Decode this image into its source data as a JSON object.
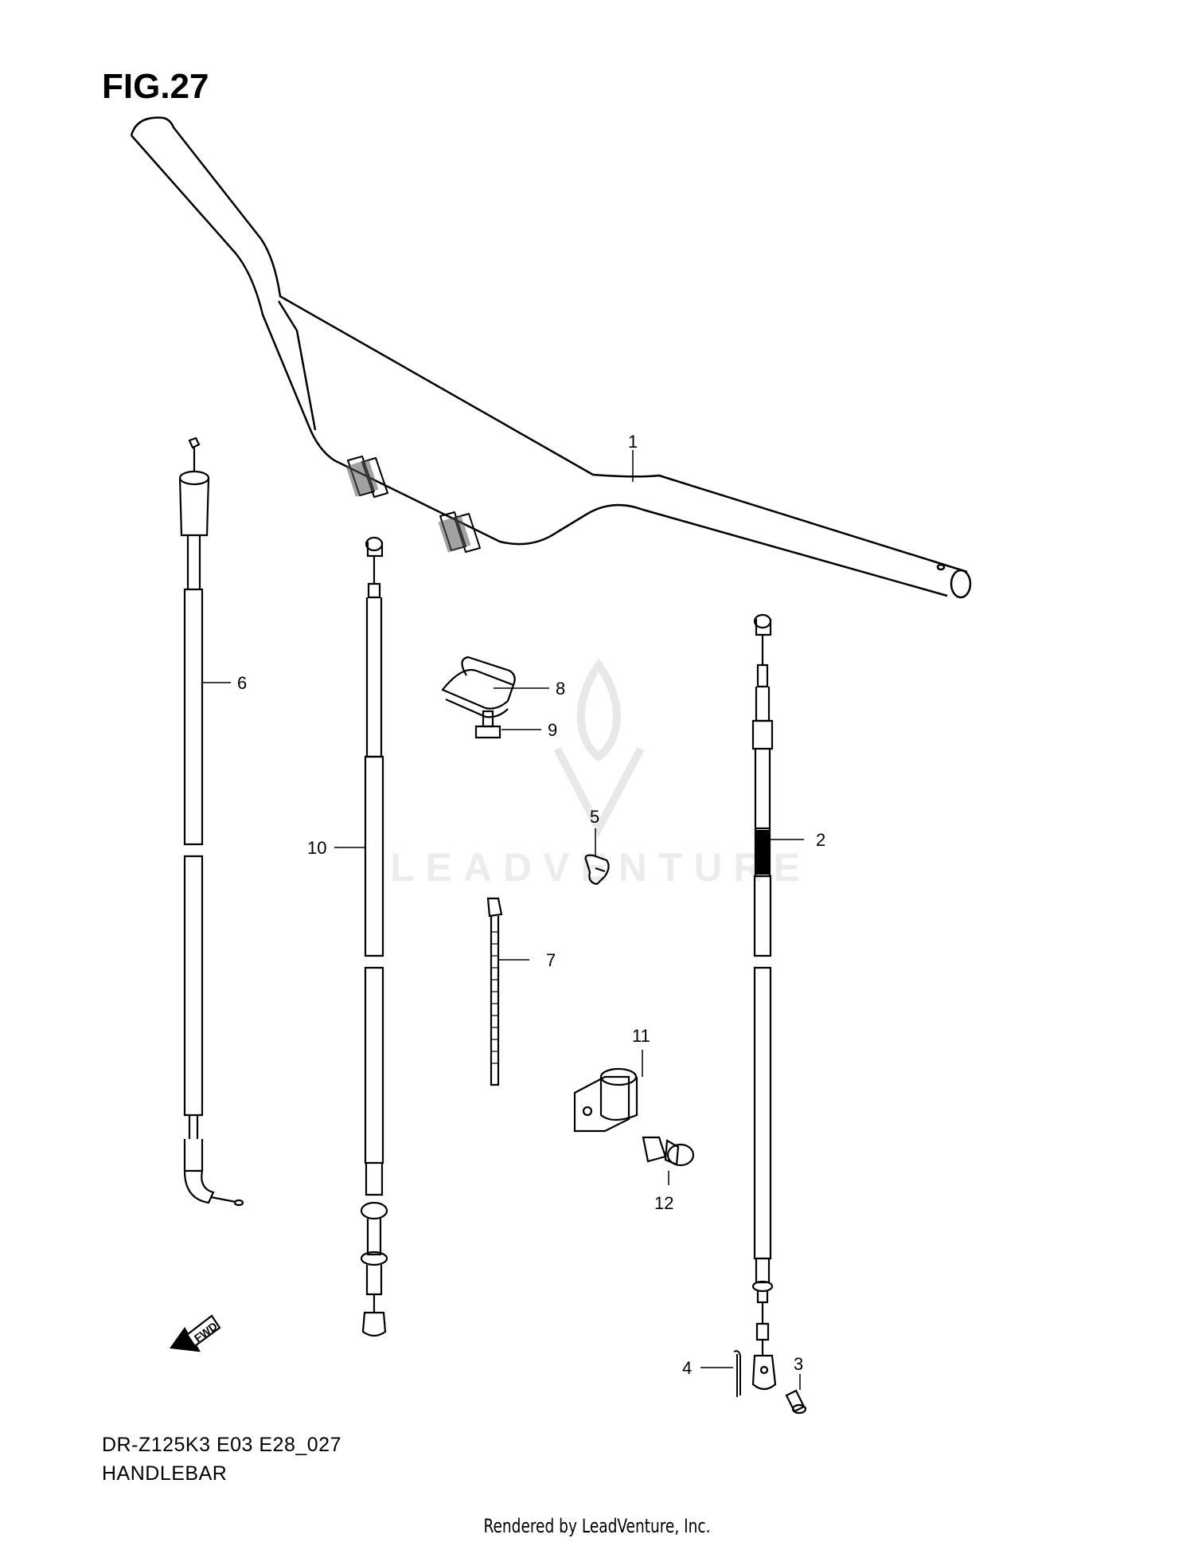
{
  "figure": {
    "title": "FIG.27",
    "model_code": "DR-Z125K3 E03 E28_027",
    "section": "HANDLEBAR"
  },
  "watermark": {
    "brand": "LEADVENTURE"
  },
  "fwd_arrow": {
    "label": "FWD"
  },
  "footer": {
    "rendered_by": "Rendered by LeadVenture, Inc."
  },
  "callouts": [
    "1",
    "2",
    "3",
    "4",
    "5",
    "6",
    "7",
    "8",
    "9",
    "10",
    "11",
    "12"
  ],
  "colors": {
    "line": "#000000",
    "background": "#ffffff",
    "watermark": "#e6e6e6"
  }
}
